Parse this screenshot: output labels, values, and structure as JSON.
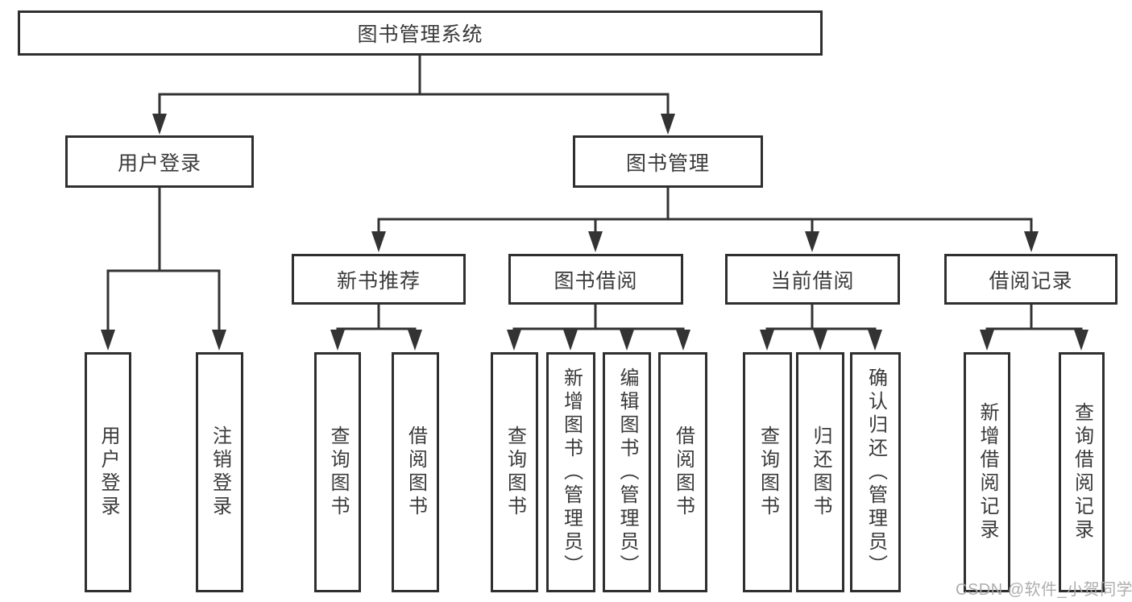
{
  "diagram": {
    "type": "function-structure-tree",
    "nodes": {
      "root": {
        "label": "图书管理系统"
      },
      "level2": [
        {
          "id": "user-login",
          "label": "用户登录"
        },
        {
          "id": "book-management",
          "label": "图书管理"
        }
      ],
      "level3": [
        {
          "id": "new-book-recommend",
          "label": "新书推荐"
        },
        {
          "id": "book-borrow",
          "label": "图书借阅"
        },
        {
          "id": "current-borrow",
          "label": "当前借阅"
        },
        {
          "id": "borrow-records",
          "label": "借阅记录"
        }
      ],
      "leaves": {
        "user_login": [
          "用户登录",
          "注销登录"
        ],
        "new_book_recommend": [
          "查询图书",
          "借阅图书"
        ],
        "book_borrow": [
          "查询图书",
          "新增图书（管理员）",
          "编辑图书（管理员）",
          "借阅图书"
        ],
        "current_borrow": [
          "查询图书",
          "归还图书",
          "确认归还（管理员）"
        ],
        "borrow_records": [
          "新增借阅记录",
          "查询借阅记录"
        ]
      }
    },
    "edges": [
      "图书管理系统→用户登录",
      "图书管理系统→图书管理",
      "用户登录→用户登录",
      "用户登录→注销登录",
      "图书管理→新书推荐",
      "图书管理→图书借阅",
      "图书管理→当前借阅",
      "图书管理→借阅记录",
      "新书推荐→查询图书",
      "新书推荐→借阅图书",
      "图书借阅→查询图书",
      "图书借阅→新增图书（管理员）",
      "图书借阅→编辑图书（管理员）",
      "图书借阅→借阅图书",
      "当前借阅→查询图书",
      "当前借阅→归还图书",
      "当前借阅→确认归还（管理员）",
      "借阅记录→新增借阅记录",
      "借阅记录→查询借阅记录"
    ],
    "colors": {
      "line": "#333333",
      "box_border": "#2f2f2f",
      "text": "#3a3a3a",
      "watermark": "#aaaaaa",
      "background": "#ffffff"
    }
  },
  "watermark": "CSDN @软件_小贺同学"
}
